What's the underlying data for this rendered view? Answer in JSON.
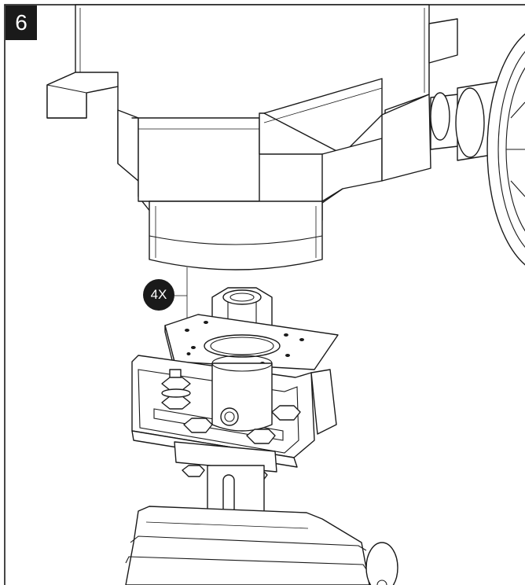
{
  "step": {
    "number": "6"
  },
  "callout": {
    "quantity": "4X"
  },
  "colors": {
    "ink": "#1a1a1a",
    "paper": "#ffffff"
  },
  "parts": [
    "actuator-housing",
    "handwheel",
    "mounting-bracket",
    "drive-adapter",
    "hex-bolts",
    "valve-body"
  ]
}
